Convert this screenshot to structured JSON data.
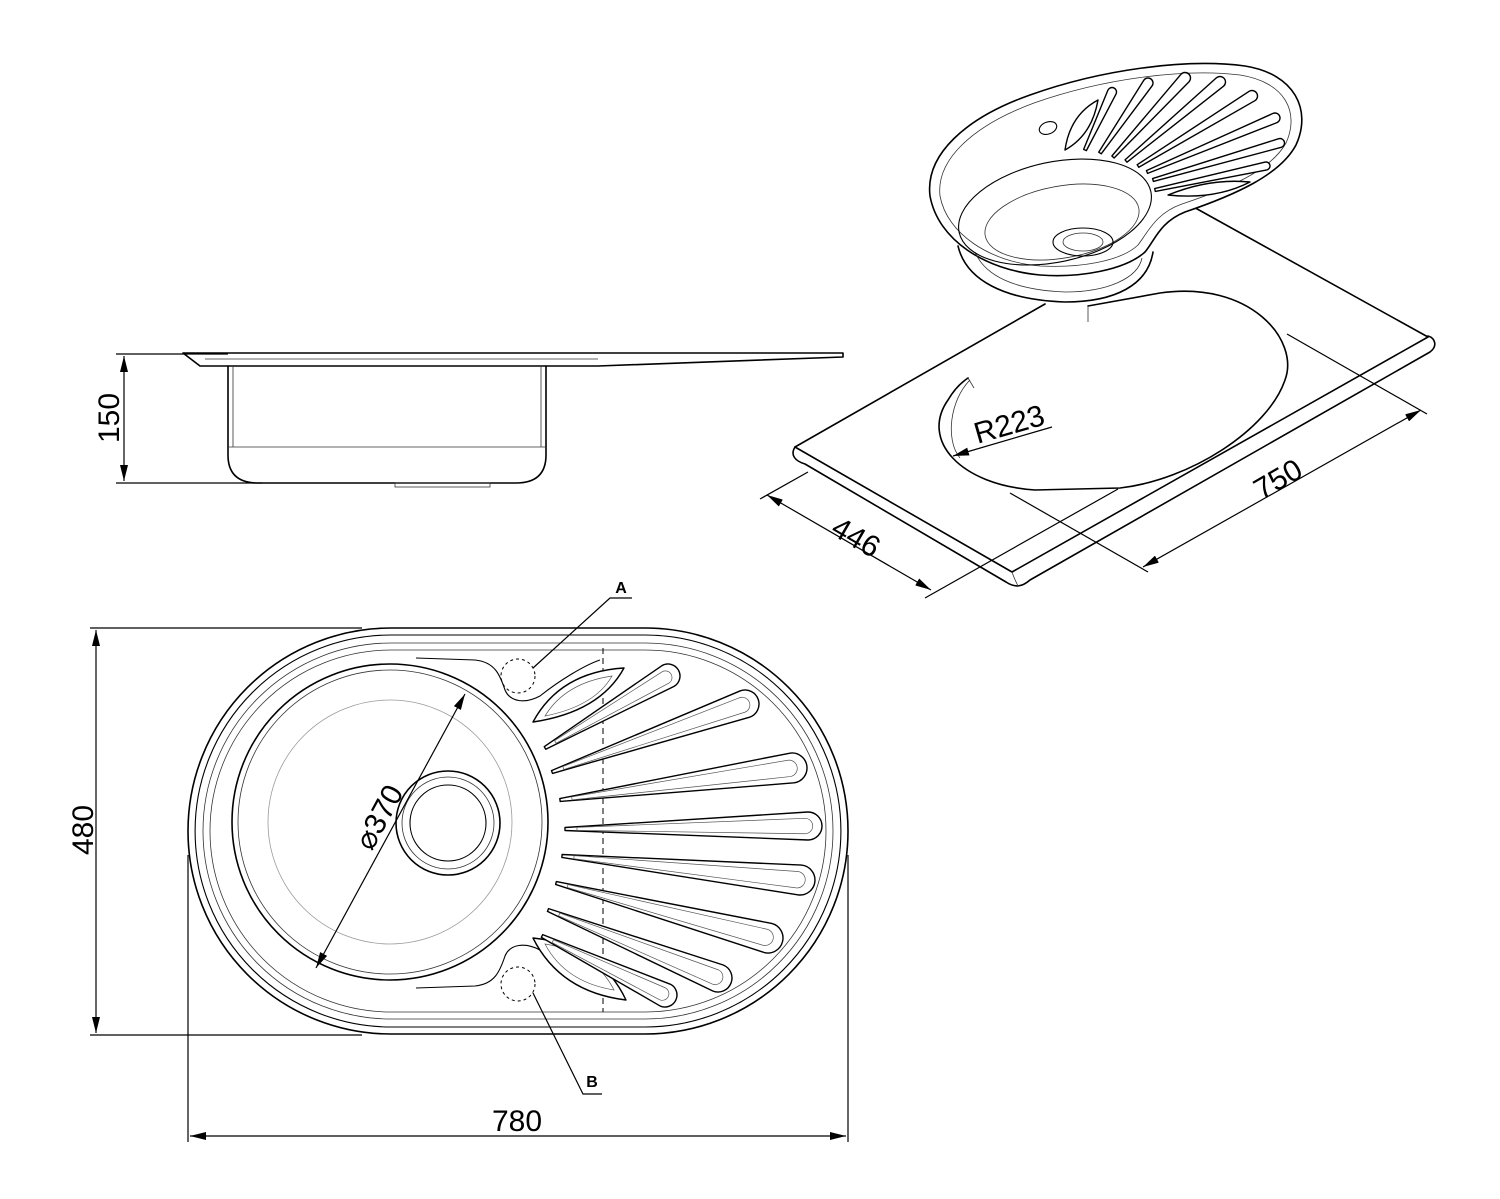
{
  "side_view": {
    "height_label": "150"
  },
  "top_view": {
    "height_label": "480",
    "width_label": "780",
    "bowl_diameter_label": "⌀370",
    "callout_a": "A",
    "callout_b": "B"
  },
  "iso_view": {
    "radius_label": "R223",
    "depth_label": "446",
    "length_label": "750"
  }
}
